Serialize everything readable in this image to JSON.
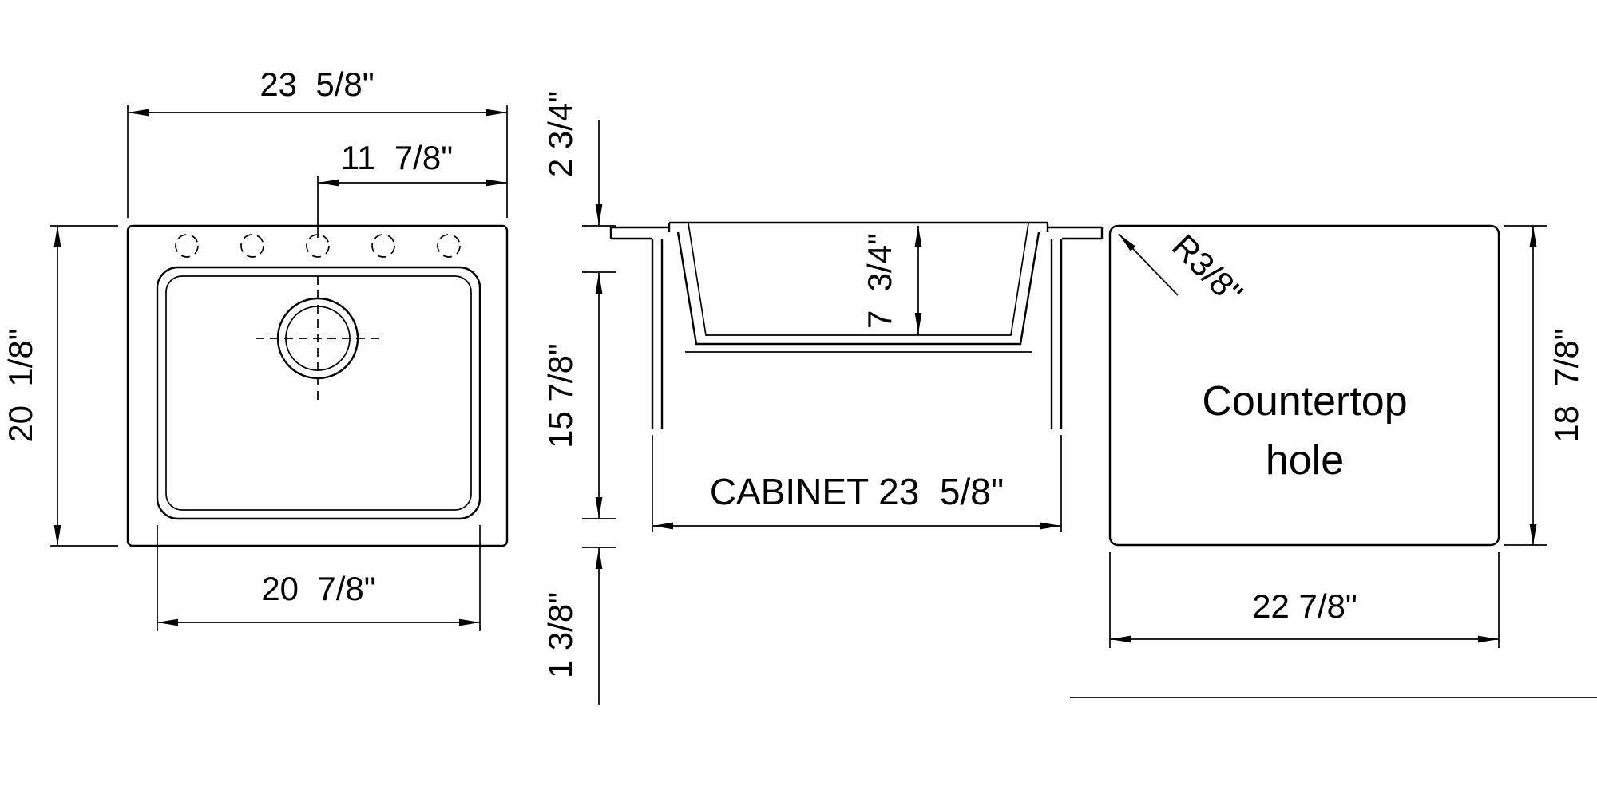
{
  "drawing": {
    "top_view": {
      "width_label": "23  5/8\"",
      "half_width_label": "11  7/8\"",
      "height_label": "20  1/8\"",
      "bowl_width_label": "20  7/8\""
    },
    "section_view": {
      "back_ledge_label": "2 3/4\"",
      "bowl_span_label": "15 7/8\"",
      "front_rail_label": "1 3/8\"",
      "depth_label": "7  3/4\"",
      "cabinet_label": "CABINET 23  5/8\""
    },
    "hole_view": {
      "radius_label": "R3/8\"",
      "title_line1": "Countertop",
      "title_line2": "hole",
      "height_label": "18  7/8\"",
      "width_label": "22 7/8\""
    }
  }
}
